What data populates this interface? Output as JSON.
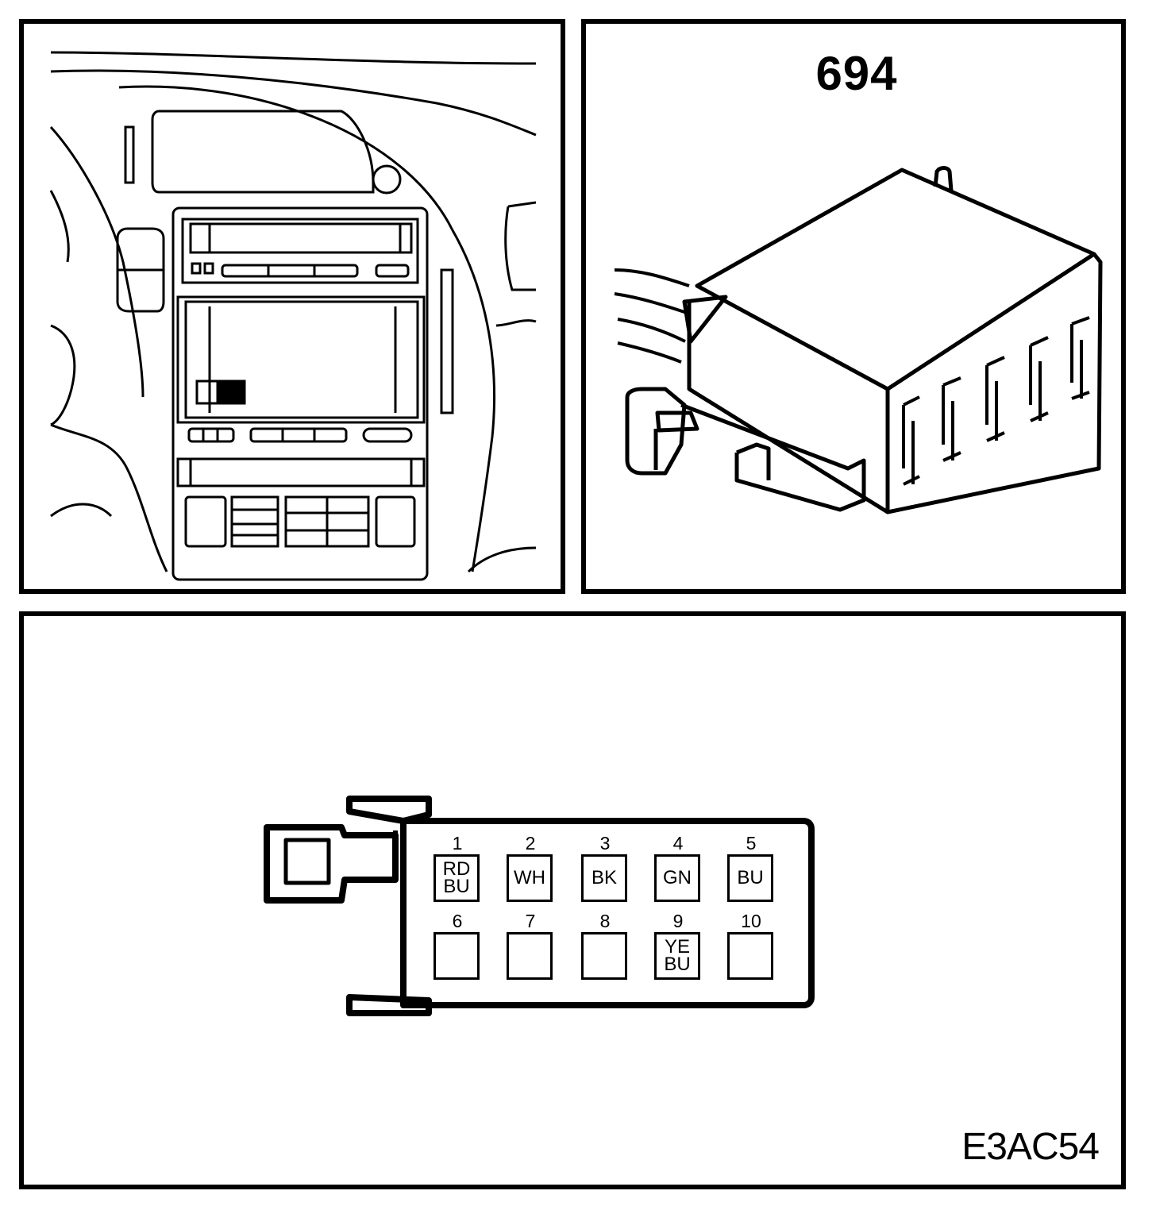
{
  "connector": {
    "number": "694"
  },
  "figure_code": "E3AC54",
  "pins": [
    {
      "num": "1",
      "color1": "RD",
      "color2": "BU"
    },
    {
      "num": "2",
      "color1": "WH",
      "color2": ""
    },
    {
      "num": "3",
      "color1": "BK",
      "color2": ""
    },
    {
      "num": "4",
      "color1": "GN",
      "color2": ""
    },
    {
      "num": "5",
      "color1": "BU",
      "color2": ""
    },
    {
      "num": "6",
      "color1": "",
      "color2": ""
    },
    {
      "num": "7",
      "color1": "",
      "color2": ""
    },
    {
      "num": "8",
      "color1": "",
      "color2": ""
    },
    {
      "num": "9",
      "color1": "YE",
      "color2": "BU"
    },
    {
      "num": "10",
      "color1": "",
      "color2": ""
    }
  ]
}
